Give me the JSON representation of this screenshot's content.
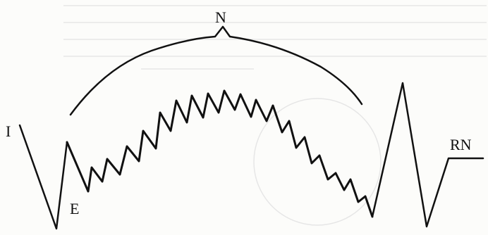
{
  "labels": {
    "start": "I",
    "entry": "E",
    "apex": "N",
    "end": "RN"
  },
  "colors": {
    "ink": "#111111",
    "paper": "#fcfcfa",
    "show_through": "#e6e6e6"
  }
}
